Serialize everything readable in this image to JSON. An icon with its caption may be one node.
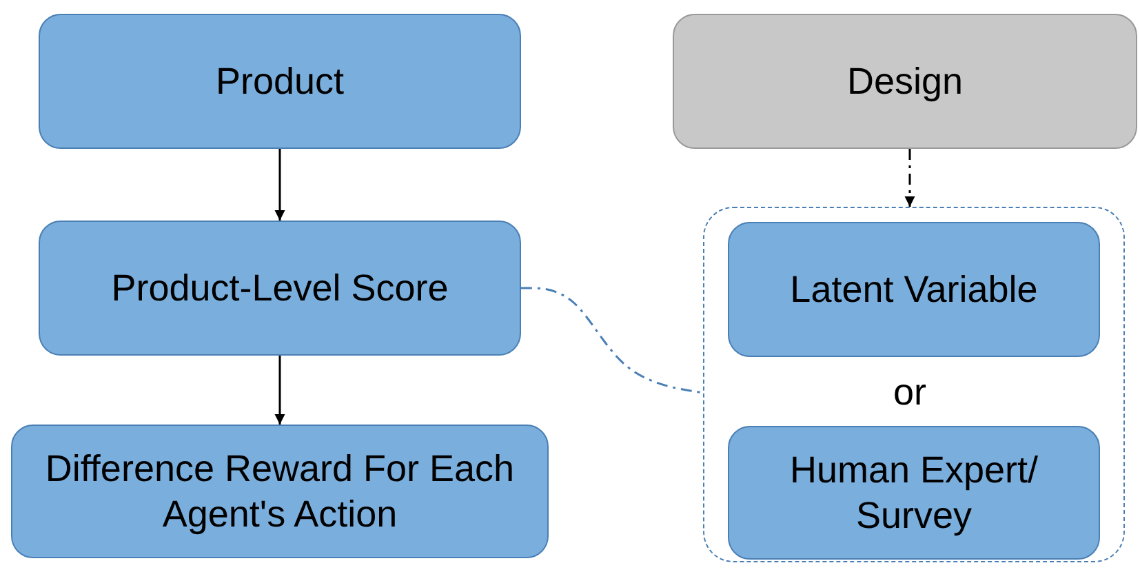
{
  "diagram": {
    "nodes": [
      {
        "text": [
          "Product"
        ]
      },
      {
        "text": [
          "Design"
        ]
      },
      {
        "text": [
          "Product-Level Score"
        ]
      },
      {
        "text": [],
        "shape": "box"
      },
      {
        "text": [
          "Latent Variable"
        ],
        "in": 3
      },
      {
        "text": [
          "Human Expert/ Survey"
        ],
        "in": 3
      },
      {
        "text": [
          "Difference Reward For Each Agent's Action"
        ]
      }
    ],
    "edges": [
      {
        "from": 0,
        "to": 2,
        "arrow": "to"
      },
      {
        "from": 2,
        "to": 6,
        "arrow": "to"
      },
      {
        "from": 1,
        "to": 3,
        "arrow": "to",
        "style": "dashed"
      },
      {
        "from": 2,
        "to": 3,
        "arrow": "none",
        "style": "dashed",
        "color": "#4a7fb5"
      }
    ],
    "labels": [
      "or"
    ]
  }
}
